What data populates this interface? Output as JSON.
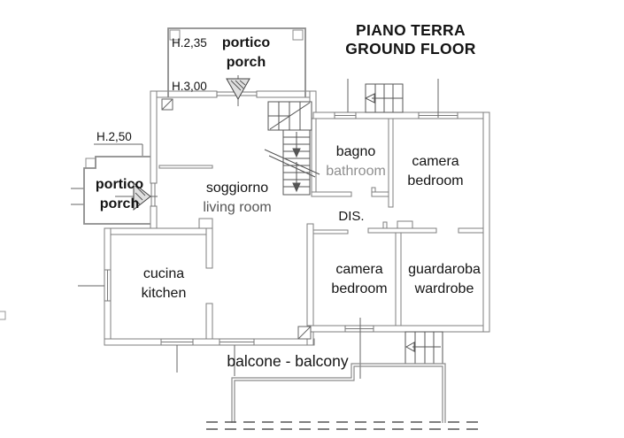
{
  "title": {
    "line1": "PIANO TERRA",
    "line2": "GROUND FLOOR"
  },
  "heights": {
    "porch_top": "H.2,35",
    "interior": "H.3,00",
    "porch_left": "H.2,50"
  },
  "rooms": {
    "porch_top": {
      "it": "portico",
      "en": "porch"
    },
    "porch_left": {
      "it": "portico",
      "en": "porch"
    },
    "living": {
      "it": "soggiorno",
      "en": "living room"
    },
    "bath": {
      "it": "bagno",
      "en": "bathroom"
    },
    "bedroom_right": {
      "it": "camera",
      "en": "bedroom"
    },
    "bedroom_bottom": {
      "it": "camera",
      "en": "bedroom"
    },
    "wardrobe": {
      "it": "guardaroba",
      "en": "wardrobe"
    },
    "kitchen": {
      "it": "cucina",
      "en": "kitchen"
    },
    "hallway": {
      "label": "DIS."
    },
    "balcony": {
      "label": "balcone - balcony"
    }
  },
  "colors": {
    "wall": "#7f7f7f",
    "line": "#555555",
    "ink": "#141414",
    "muted": "#8f8f8f"
  }
}
